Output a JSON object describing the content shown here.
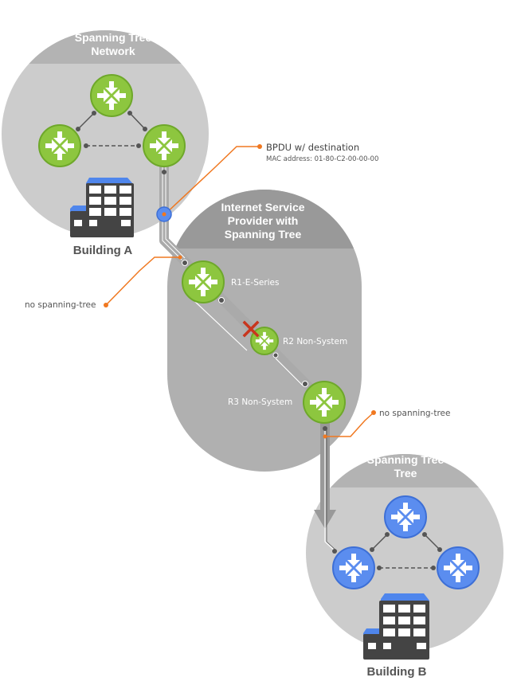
{
  "regions": {
    "network_a": {
      "title_line1": "Spanning Tree",
      "title_line2": "Network"
    },
    "isp": {
      "title_line1": "Internet Service",
      "title_line2": "Provider with",
      "title_line3": "Spanning Tree"
    },
    "network_b": {
      "title_line1": "Spanning Tree",
      "title_line2": "Tree"
    }
  },
  "buildings": {
    "a": "Building A",
    "b": "Building B"
  },
  "routers": {
    "r1": "R1-E-Series",
    "r2": "R2 Non-System",
    "r3": "R3 Non-System"
  },
  "callouts": {
    "bpdu_line1": "BPDU w/ destination",
    "bpdu_line2": "MAC address: 01-80-C2-00-00-00",
    "no_stp_left": "no spanning-tree",
    "no_stp_right": "no spanning-tree"
  },
  "colors": {
    "green_router": "#8dc63f",
    "blue_router": "#5b8def",
    "callout": "#f07820",
    "blocked": "#c8361e",
    "building_dark": "#444444",
    "building_roof": "#4f86ec"
  }
}
